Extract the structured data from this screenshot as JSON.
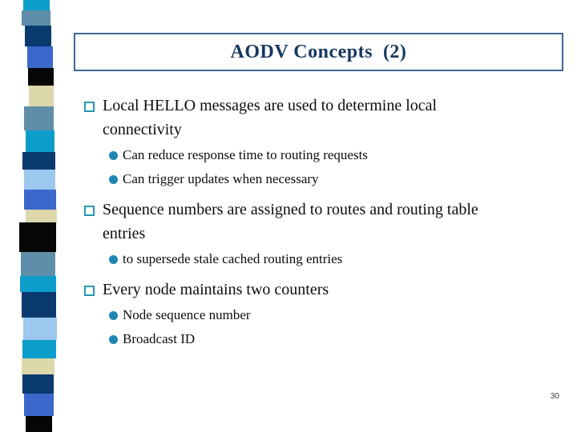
{
  "slide": {
    "title": "AODV Concepts  (2)",
    "page_number": "30"
  },
  "content": {
    "sections": [
      {
        "lines": [
          "Local HELLO messages are used to determine local",
          "connectivity"
        ],
        "subs": [
          "Can reduce response time to routing requests",
          "Can trigger updates when necessary"
        ]
      },
      {
        "lines": [
          "Sequence numbers are assigned to routes and routing table",
          "entries"
        ],
        "subs": [
          "to supersede stale cached routing entries"
        ]
      },
      {
        "lines": [
          "Every node maintains two counters"
        ],
        "subs": [
          "Node sequence number",
          "Broadcast ID"
        ]
      }
    ]
  },
  "colors": {
    "title_text": "#17375e",
    "title_border": "#3d6899",
    "body_text": "#0d0d0d",
    "square_bullet": "#2899ad",
    "circle_bullet": "#1f87b4"
  },
  "ribbon": {
    "palette": {
      "cyan": "#0d9dcb",
      "steel": "#5f8fa8",
      "navy": "#0a3a6e",
      "royal": "#3b68cb",
      "black": "#060606",
      "cream": "#ddd8ab",
      "lightblue": "#9cc7ef"
    },
    "sequence": [
      "cyan",
      "steel",
      "navy",
      "royal",
      "black",
      "cream",
      "steel",
      "cyan",
      "navy",
      "lightblue",
      "royal",
      "cream",
      "black",
      "steel",
      "cyan",
      "navy",
      "lightblue",
      "cyan",
      "cream",
      "navy",
      "royal",
      "black"
    ]
  }
}
